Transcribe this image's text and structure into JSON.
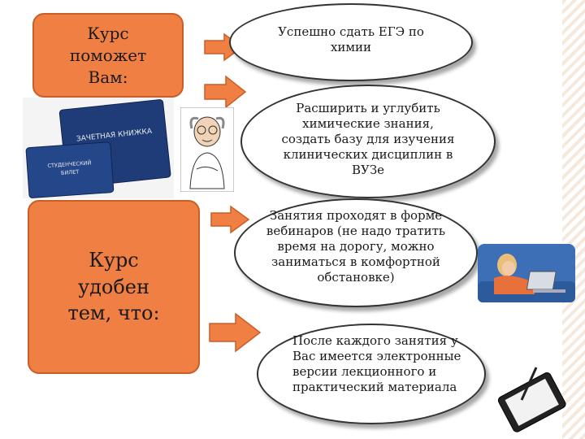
{
  "left_boxes": {
    "top": [
      "Курс",
      "поможет",
      "Вам:"
    ],
    "bottom": [
      "Курс",
      "удобен",
      "тем, что:"
    ]
  },
  "goals": [
    [
      "Успешно сдать ЕГЭ по",
      "химии"
    ],
    [
      "Расширить и углубить",
      "химические знания,",
      "создать базу для изучения",
      "клинических дисциплин в",
      "ВУЗе"
    ]
  ],
  "advantages": [
    [
      "Занятия проходят в форме",
      "вебинаров (не надо тратить",
      "время на дорогу, можно",
      "заниматься в комфортной",
      "обстановке)"
    ],
    [
      "После каждого занятия у",
      "Вас имеется электронные",
      "версии лекционного и",
      "практический материала"
    ]
  ],
  "images": {
    "books_label_1": "ЗАЧЕТНАЯ КНИЖКА",
    "books_label_2": [
      "СТУДЕНЧЕСКИЙ",
      "БИЛЕТ"
    ]
  },
  "colors": {
    "accent": "#f07f43",
    "arrow": "#f07f43"
  }
}
